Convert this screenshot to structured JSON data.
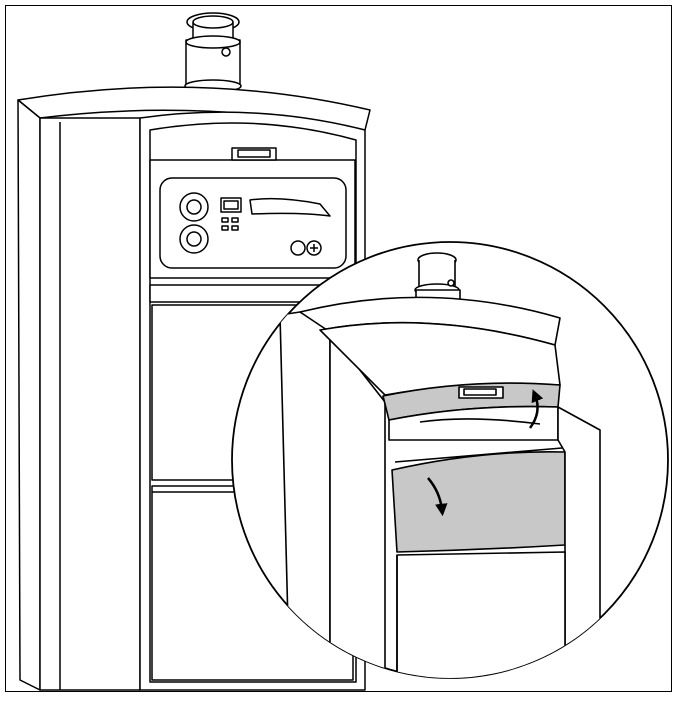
{
  "figure": {
    "caption": "",
    "colors": {
      "line": "#000000",
      "background": "#ffffff",
      "highlight_panel": "#c8c8c8",
      "highlight_panel_dark": "#b4b4b4",
      "arrow": "#000000"
    },
    "components": {
      "boiler": "boiler-unit",
      "control_panel": "control-panel",
      "detail_view": "magnifier-circle",
      "front_cover_lid": "front-cover-lid",
      "front_panel_flap": "front-panel-flap"
    },
    "indicators": {
      "lid_motion": "arrow-up-icon",
      "flap_motion": "arrow-down-icon"
    }
  }
}
